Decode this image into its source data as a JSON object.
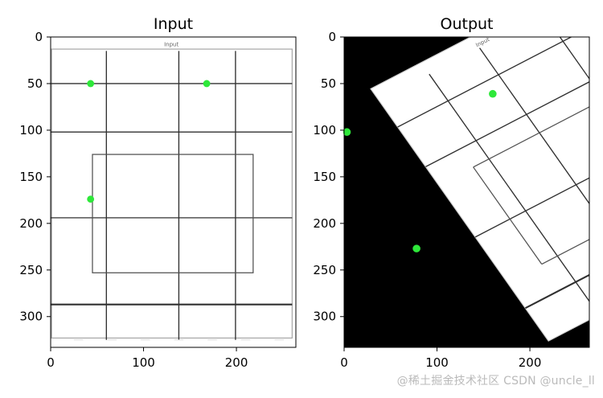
{
  "chart_data": [
    {
      "type": "image",
      "title": "Input",
      "xlim": [
        0,
        264
      ],
      "ylim": [
        0,
        333
      ],
      "xticks": [
        0,
        100,
        200
      ],
      "yticks": [
        0,
        50,
        100,
        150,
        200,
        250,
        300
      ],
      "header_text": "Input",
      "points": [
        {
          "x": 43,
          "y": 50
        },
        {
          "x": 168,
          "y": 50
        },
        {
          "x": 43,
          "y": 174
        }
      ],
      "point_color": "#2ee83a"
    },
    {
      "type": "image",
      "title": "Output",
      "xlim": [
        0,
        264
      ],
      "ylim": [
        0,
        333
      ],
      "xticks": [
        0,
        100,
        200
      ],
      "yticks": [
        0,
        50,
        100,
        150,
        200,
        250,
        300
      ],
      "header_text": "Input",
      "points": [
        {
          "x": 3,
          "y": 102
        },
        {
          "x": 160,
          "y": 61
        },
        {
          "x": 78,
          "y": 227
        }
      ],
      "point_color": "#2ee83a"
    }
  ],
  "watermark": "@稀土掘金技术社区 CSDN @uncle_ll"
}
